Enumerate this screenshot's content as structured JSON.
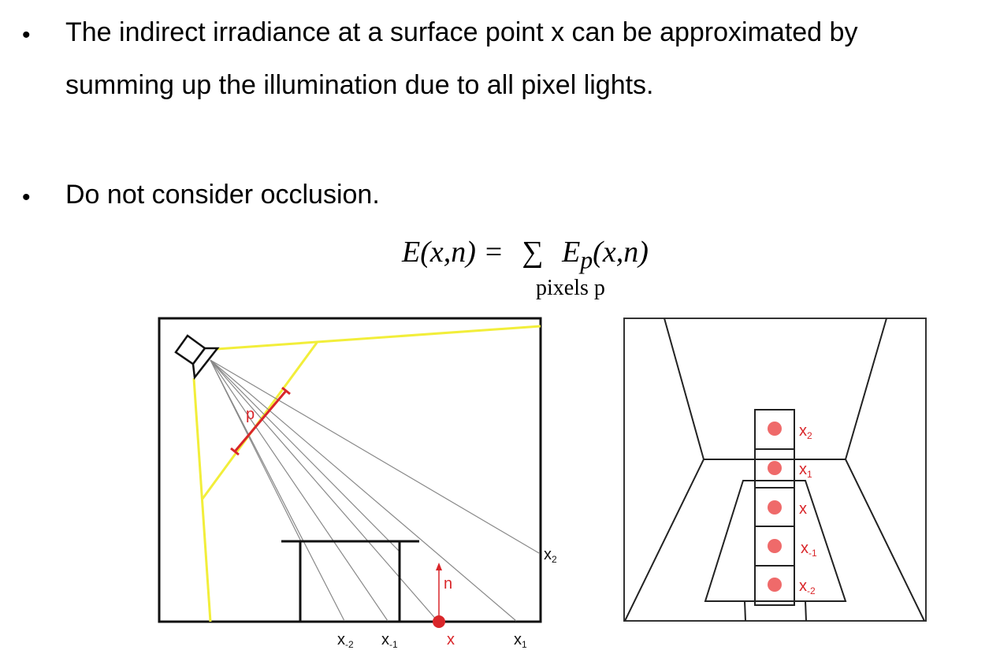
{
  "bullets": [
    {
      "line1": "The indirect irradiance at a surface point x can be approximated by",
      "line2": "summing up the illumination due to all pixel lights."
    },
    {
      "line1": "Do not consider occlusion."
    }
  ],
  "formula": {
    "lhs": "E(x,n) =",
    "sum": "∑",
    "rhs_base": "E",
    "rhs_sub": "p",
    "rhs_args": "(x,n)",
    "under": "pixels p"
  },
  "left_diagram": {
    "pixel_label": "p",
    "normal_label": "n",
    "point_label": "x",
    "labels": {
      "xm2": "x",
      "xm2_sub": "-2",
      "xm1": "x",
      "xm1_sub": "-1",
      "x1": "x",
      "x1_sub": "1",
      "x2": "x",
      "x2_sub": "2"
    }
  },
  "right_diagram": {
    "labels": [
      {
        "base": "x",
        "sub": "2"
      },
      {
        "base": "x",
        "sub": "1"
      },
      {
        "base": "x",
        "sub": ""
      },
      {
        "base": "x",
        "sub": "-1"
      },
      {
        "base": "x",
        "sub": "-2"
      }
    ]
  },
  "colors": {
    "yellow": "#f2ee3a",
    "red": "#d9262a",
    "pink": "#ef6a6a"
  }
}
